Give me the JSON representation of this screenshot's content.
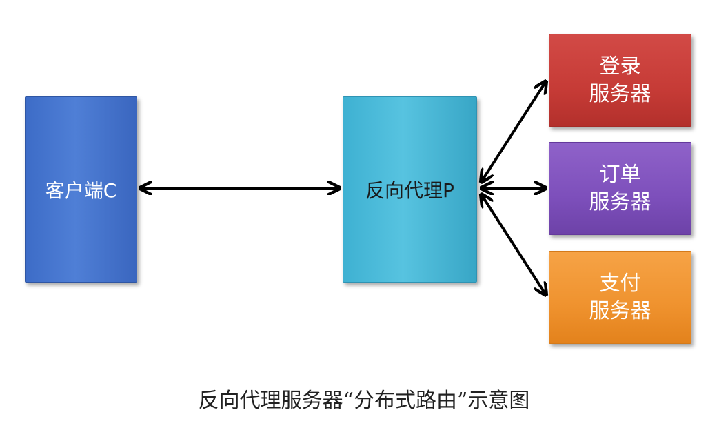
{
  "nodes": {
    "client": {
      "label": "客户端C"
    },
    "proxy": {
      "label": "反向代理P"
    },
    "login_server": {
      "line1": "登录",
      "line2": "服务器"
    },
    "order_server": {
      "line1": "订单",
      "line2": "服务器"
    },
    "payment_server": {
      "line1": "支付",
      "line2": "服务器"
    }
  },
  "edges": [
    {
      "from": "client",
      "to": "proxy",
      "bidirectional": true
    },
    {
      "from": "proxy",
      "to": "login_server",
      "bidirectional": true
    },
    {
      "from": "proxy",
      "to": "order_server",
      "bidirectional": true
    },
    {
      "from": "proxy",
      "to": "payment_server",
      "bidirectional": true
    }
  ],
  "caption": "反向代理服务器“分布式路由”示意图",
  "colors": {
    "client": "#4a7bd0",
    "proxy": "#4bbad9",
    "login_server": "#c63b36",
    "order_server": "#7d4fbb",
    "payment_server": "#ef922e",
    "arrow": "#000000"
  }
}
